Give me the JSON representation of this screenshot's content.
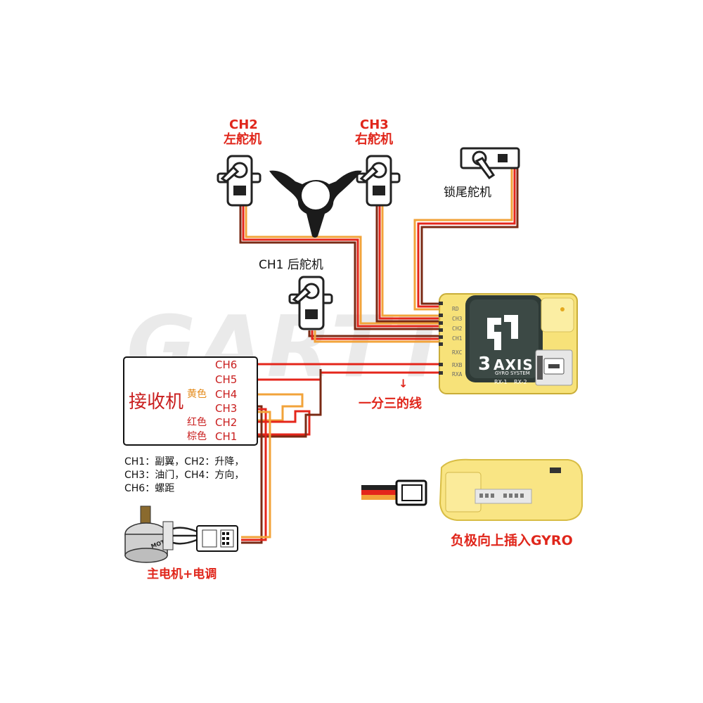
{
  "watermark": {
    "text": "GARTT"
  },
  "servos": {
    "ch2": {
      "channel": "CH2",
      "name": "左舵机"
    },
    "ch3": {
      "channel": "CH3",
      "name": "右舵机"
    },
    "tail": {
      "name": "锁尾舵机"
    },
    "ch1": {
      "label": "CH1 后舵机"
    }
  },
  "receiver": {
    "title": "接收机",
    "channels": [
      "CH6",
      "CH5",
      "CH4",
      "CH3",
      "CH2",
      "CH1"
    ],
    "wire_colors": {
      "ch4": "黄色",
      "ch2": "红色",
      "ch1": "棕色"
    }
  },
  "legend": {
    "line1": "CH1：副翼，CH2：升降，",
    "line2": "CH3：油门，CH4：方向，",
    "line3": "CH6：螺距"
  },
  "splitter": {
    "arrow": "↓",
    "label": "一分三的线"
  },
  "motor": {
    "label": "主电机+电调",
    "casing_text": "MOTOR"
  },
  "gyro": {
    "number": "3",
    "axis": "AXIS",
    "sub": "GYRO SYSTEM",
    "rx1": "RX-1",
    "rx2": "RX-2",
    "pins": [
      "RD",
      "CH3",
      "CH2",
      "CH1",
      "RXC",
      "RXB",
      "RXA"
    ],
    "plug_note": "负极向上插入GYRO"
  },
  "colors": {
    "brown": "#7a2a14",
    "red": "#e4261b",
    "orange": "#f2a33a",
    "gyro_yellow": "#f6df6a",
    "label_red": "#e0261b"
  }
}
